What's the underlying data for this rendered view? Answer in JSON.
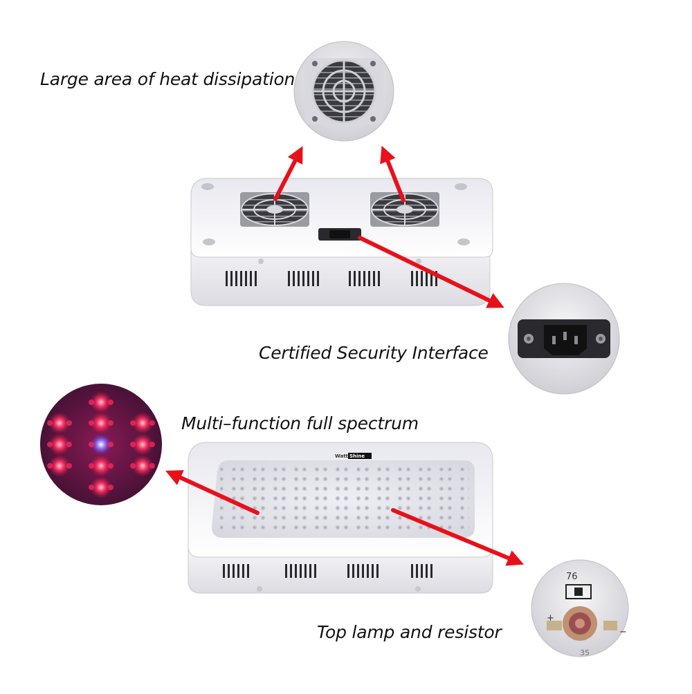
{
  "captions": {
    "heat": "Large area of heat dissipation",
    "security": "Certified Security Interface",
    "spectrum": "Multi–function full spectrum",
    "lamp": "Top lamp and resistor"
  },
  "brand": {
    "part1": "Watt",
    "part2": "Shine"
  },
  "pcb": {
    "number": "76",
    "plus": "+",
    "minus": "−",
    "bottom": "35"
  },
  "colors": {
    "arrow": "#e8101a",
    "housing": "#f2f2f5",
    "led_red": "#e0244a",
    "led_blue": "#7a5cff"
  }
}
